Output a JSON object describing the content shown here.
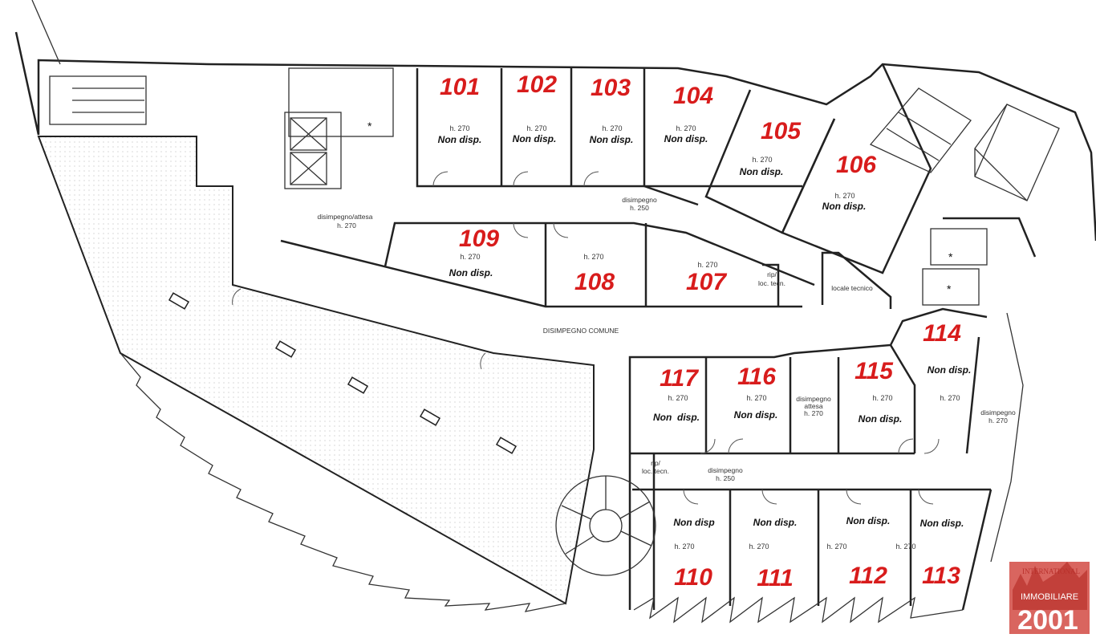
{
  "rooms": [
    {
      "number": "101",
      "height": "h. 270",
      "status": "Non disp."
    },
    {
      "number": "102",
      "height": "h. 270",
      "status": "Non disp."
    },
    {
      "number": "103",
      "height": "h. 270",
      "status": "Non disp."
    },
    {
      "number": "104",
      "height": "h. 270",
      "status": "Non disp."
    },
    {
      "number": "105",
      "height": "h. 270",
      "status": "Non disp."
    },
    {
      "number": "106",
      "height": "h. 270",
      "status": "Non disp."
    },
    {
      "number": "107",
      "height": "h. 270",
      "status": ""
    },
    {
      "number": "108",
      "height": "h. 270",
      "status": ""
    },
    {
      "number": "109",
      "height": "h. 270",
      "status": "Non disp."
    },
    {
      "number": "110",
      "height": "h. 270",
      "status": "Non disp"
    },
    {
      "number": "111",
      "height": "h. 270",
      "status": "Non disp."
    },
    {
      "number": "112",
      "height": "h. 270",
      "status": "Non disp."
    },
    {
      "number": "113",
      "height": "h. 270",
      "status": "Non disp."
    },
    {
      "number": "114",
      "height": "h. 270",
      "status": "Non disp."
    },
    {
      "number": "115",
      "height": "h. 270",
      "status": "Non disp."
    },
    {
      "number": "116",
      "height": "h. 270",
      "status": "Non disp."
    },
    {
      "number": "117",
      "height": "h. 270",
      "status": "Non  disp."
    }
  ],
  "areas": {
    "hall_wait": {
      "name": "disimpegno/attesa",
      "height": "h. 270"
    },
    "corridor_top": {
      "name": "disimpegno",
      "height": "h. 250"
    },
    "common": {
      "name": "DISIMPEGNO COMUNE"
    },
    "storage_top": {
      "name1": "rip/",
      "name2": "loc. tecn."
    },
    "tech_room": {
      "name": "locale tecnico"
    },
    "wait_lower": {
      "name1": "disimpegno",
      "name2": "attesa",
      "height": "h. 270"
    },
    "storage_lower": {
      "name1": "rip/",
      "name2": "loc. tecn."
    },
    "corridor_lower": {
      "name": "disimpegno",
      "height": "h. 250"
    },
    "corridor_right": {
      "name": "disimpegno",
      "height": "h. 270"
    }
  },
  "logo": {
    "top": "INTERNATIONAL",
    "middle": "IMMOBILIARE",
    "bottom": "2001"
  },
  "colors": {
    "room_number": "#d81c1c",
    "logo": "#c9413c"
  }
}
